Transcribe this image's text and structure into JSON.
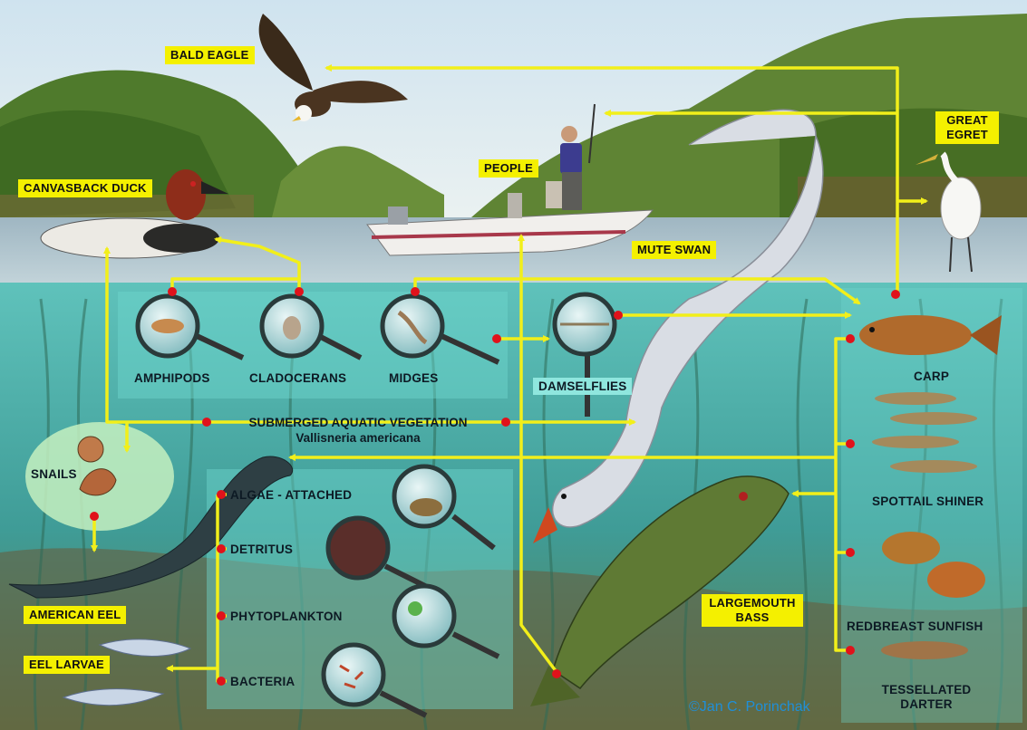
{
  "labels": {
    "bald_eagle": "BALD EAGLE",
    "great_egret": "GREAT EGRET",
    "canvasback_duck": "CANVASBACK DUCK",
    "people": "PEOPLE",
    "mute_swan": "MUTE SWAN",
    "amphipods": "AMPHIPODS",
    "cladocerans": "CLADOCERANS",
    "midges": "MIDGES",
    "damselflies": "DAMSELFLIES",
    "carp": "CARP",
    "sav_title": "SUBMERGED AQUATIC VEGETATION",
    "sav_species": "Vallisneria americana",
    "snails": "SNAILS",
    "algae": "ALGAE - ATTACHED",
    "detritus": "DETRITUS",
    "phytoplankton": "PHYTOPLANKTON",
    "bacteria": "BACTERIA",
    "american_eel": "AMERICAN EEL",
    "eel_larvae": "EEL LARVAE",
    "largemouth_bass": "LARGEMOUTH BASS",
    "spottail_shiner": "SPOTTAIL SHINER",
    "redbreast_sunfish": "REDBREAST SUNFISH",
    "tessellated_darter": "TESSELLATED DARTER"
  },
  "credit": "©Jan C. Porinchak",
  "colors": {
    "arrow": "#f2ef1a",
    "node": "#e0121b",
    "label_bg": "#f4f000",
    "water": "#4fb7b1",
    "credit": "#1f8fd8"
  }
}
